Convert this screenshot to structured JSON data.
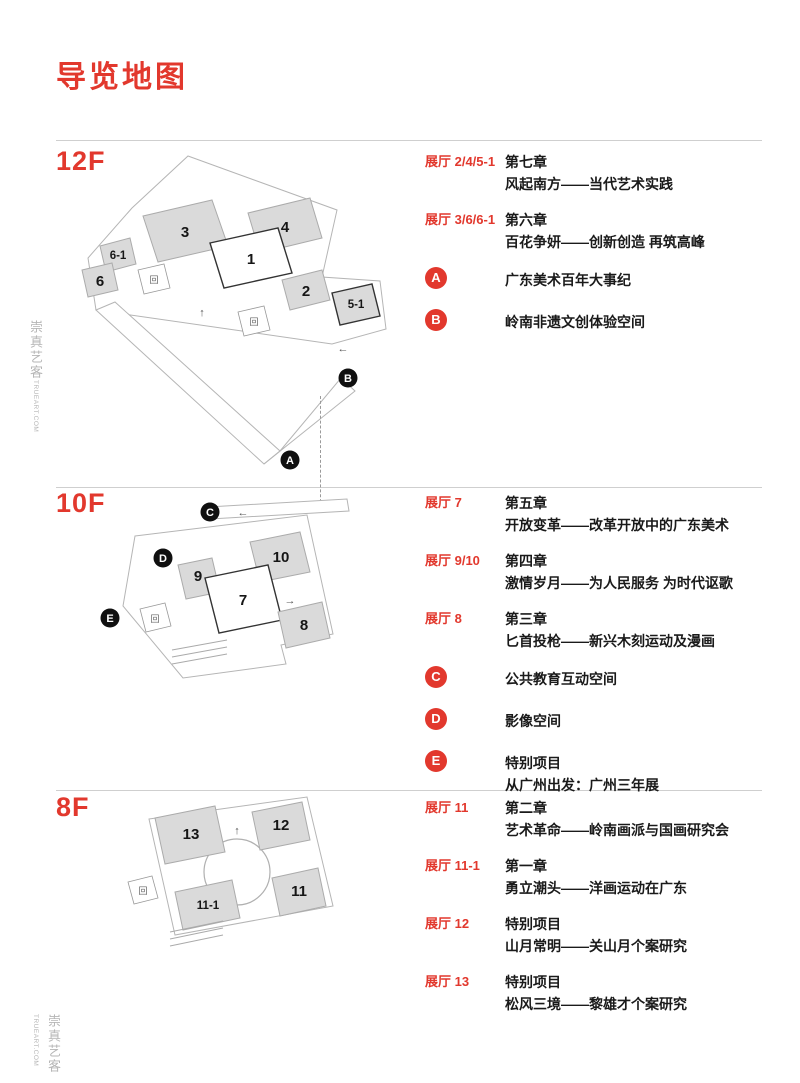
{
  "page": {
    "title": "导览地图",
    "colors": {
      "accent": "#e2382d",
      "room_fill": "#dadada",
      "marker_black": "#101010"
    },
    "watermark": {
      "cn": "崇真艺客",
      "en": "TRUEART.COM"
    }
  },
  "icons": {
    "elevator": "回",
    "arrow_up": "↑",
    "arrow_left": "←",
    "arrow_right": "→"
  },
  "floors": [
    {
      "label": "12F",
      "rooms": {
        "r1": "1",
        "r2": "2",
        "r3": "3",
        "r4": "4",
        "r5_1": "5-1",
        "r6": "6",
        "r6_1": "6-1"
      },
      "markers": {
        "a": "A",
        "b": "B"
      },
      "legend": [
        {
          "hall": "展厅 2/4/5-1",
          "line1": "第七章",
          "line2": "风起南方——当代艺术实践"
        },
        {
          "hall": "展厅 3/6/6-1",
          "line1": "第六章",
          "line2": "百花争妍——创新创造 再筑高峰"
        },
        {
          "badge": "A",
          "line1": "广东美术百年大事纪"
        },
        {
          "badge": "B",
          "line1": "岭南非遗文创体验空间"
        }
      ]
    },
    {
      "label": "10F",
      "rooms": {
        "r7": "7",
        "r8": "8",
        "r9": "9",
        "r10": "10"
      },
      "markers": {
        "c": "C",
        "d": "D",
        "e": "E"
      },
      "legend": [
        {
          "hall": "展厅 7",
          "line1": "第五章",
          "line2": "开放变革——改革开放中的广东美术"
        },
        {
          "hall": "展厅 9/10",
          "line1": "第四章",
          "line2": "激情岁月——为人民服务 为时代讴歌"
        },
        {
          "hall": "展厅 8",
          "line1": "第三章",
          "line2": "匕首投枪——新兴木刻运动及漫画"
        },
        {
          "badge": "C",
          "line1": "公共教育互动空间"
        },
        {
          "badge": "D",
          "line1": "影像空间"
        },
        {
          "badge": "E",
          "line1": "特别项目",
          "line2": "从广州出发：广州三年展"
        }
      ]
    },
    {
      "label": "8F",
      "rooms": {
        "r11": "11",
        "r11_1": "11-1",
        "r12": "12",
        "r13": "13"
      },
      "legend": [
        {
          "hall": "展厅 11",
          "line1": "第二章",
          "line2": "艺术革命——岭南画派与国画研究会"
        },
        {
          "hall": "展厅 11-1",
          "line1": "第一章",
          "line2": "勇立潮头——洋画运动在广东"
        },
        {
          "hall": "展厅 12",
          "line1": "特别项目",
          "line2": "山月常明——关山月个案研究"
        },
        {
          "hall": "展厅 13",
          "line1": "特别项目",
          "line2": "松风三境——黎雄才个案研究"
        }
      ]
    }
  ]
}
